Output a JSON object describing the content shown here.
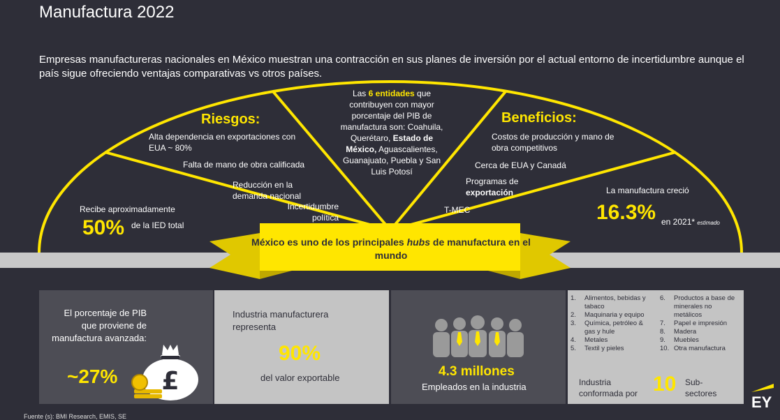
{
  "header": {
    "title": "Manufactura 2022",
    "intro": "Empresas manufactureras nacionales en México muestran una contracción en sus planes de inversión por el actual entorno de incertidumbre aunque el país sigue ofreciendo ventajas comparativas vs otros países."
  },
  "colors": {
    "accent": "#ffe600",
    "background": "#2e2e38",
    "panel_dark": "#4d4d55",
    "panel_light": "#c4c4c4"
  },
  "riesgos": {
    "title": "Riesgos:",
    "items": [
      "Alta dependencia en exportaciones con EUA ~ 80%",
      "Falta de mano de obra calificada",
      "Reducción en la demanda nacional",
      "Incertidumbre política"
    ],
    "ied_prefix": "Recibe aproximadamente",
    "ied_value": "50%",
    "ied_suffix": "de la IED total"
  },
  "entidades": {
    "pre": "Las",
    "highlight": "6 entidades",
    "mid": "que contribuyen con mayor porcentaje del PIB de manufactura son: Coahuila, Querétaro,",
    "bold": "Estado de México,",
    "post": "Aguascalientes, Guanajuato, Puebla y San Luis Potosí"
  },
  "beneficios": {
    "title": "Beneficios:",
    "items": [
      "Costos de producción y mano de obra competitivos",
      "Cerca de EUA y Canadá"
    ],
    "programas_pre": "Programas de",
    "programas_bold": "exportación",
    "tmec": "T-MEC",
    "crecio_label": "La manufactura creció",
    "crecio_value": "16.3%",
    "crecio_suffix": "en 2021*",
    "crecio_note": "estimado"
  },
  "banner": {
    "pre": "México es uno de los principales",
    "italic": "hubs",
    "post": "de manufactura en el mundo"
  },
  "panels": {
    "pib": {
      "label": "El porcentaje de PIB que proviene de manufactura avanzada:",
      "value": "~27%",
      "bag_symbol": "£"
    },
    "export": {
      "label": "Industria manufacturera representa",
      "value": "90%",
      "suffix": "del valor exportable"
    },
    "empleo": {
      "value": "4.3 millones",
      "label": "Empleados en la industria"
    },
    "sectores": {
      "left": [
        {
          "n": "1.",
          "t": "Alimentos, bebidas y tabaco"
        },
        {
          "n": "2.",
          "t": "Maquinaria y equipo"
        },
        {
          "n": "3.",
          "t": "Química, petróleo & gas y hule"
        },
        {
          "n": "4.",
          "t": "Metales"
        },
        {
          "n": "5.",
          "t": "Textil y pieles"
        }
      ],
      "right": [
        {
          "n": "6.",
          "t": "Productos a base de minerales no metálicos"
        },
        {
          "n": "7.",
          "t": "Papel e impresión"
        },
        {
          "n": "8.",
          "t": "Madera"
        },
        {
          "n": "9.",
          "t": "Muebles"
        },
        {
          "n": "10.",
          "t": "Otra manufactura"
        }
      ],
      "pre": "Industria conformada por",
      "value": "10",
      "post": "Sub-sectores"
    }
  },
  "logo": "EY",
  "source": "Fuente (s): BMI Research, EMIS, SE"
}
